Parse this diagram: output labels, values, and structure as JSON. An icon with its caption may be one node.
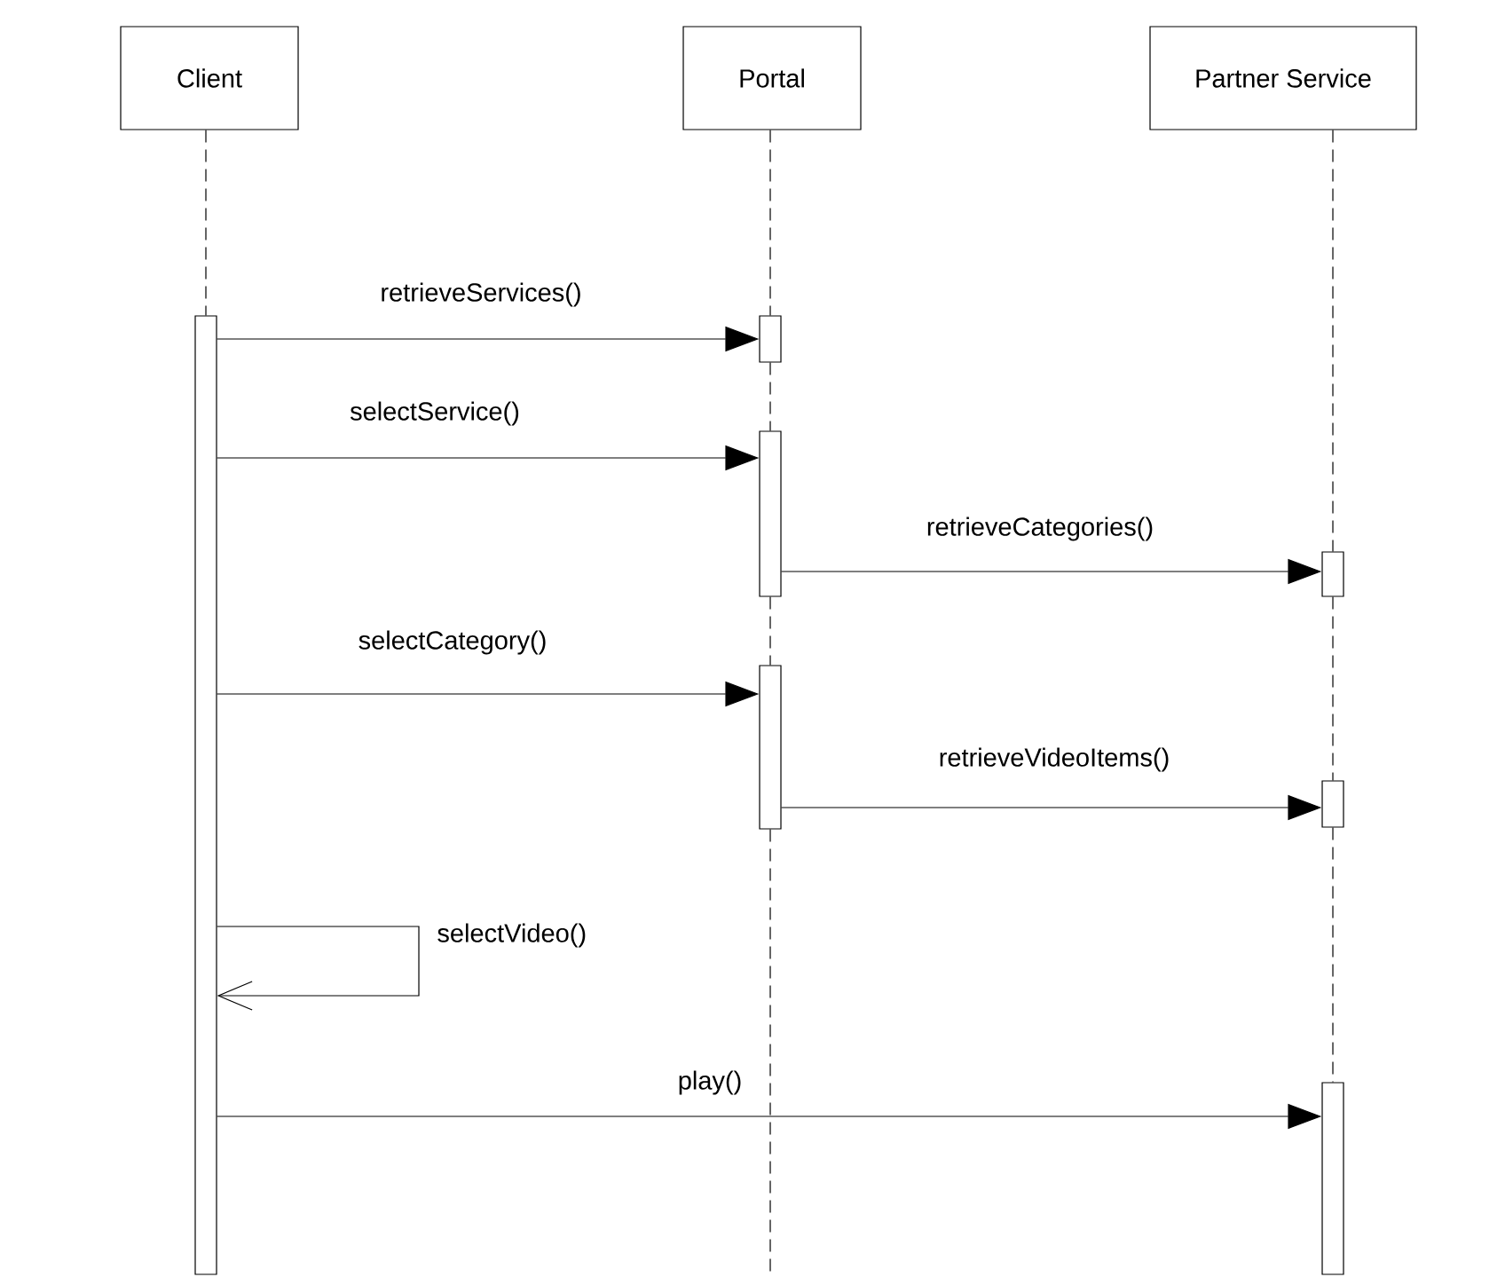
{
  "diagram": {
    "nodes": [
      {
        "text": [
          "Client"
        ]
      },
      {
        "text": [
          "Portal"
        ]
      },
      {
        "text": [
          "Partner Service"
        ]
      },
      {
        "text": [],
        "shape": "bar"
      },
      {
        "text": [],
        "shape": "bar"
      },
      {
        "text": [],
        "shape": "bar"
      },
      {
        "text": [],
        "shape": "bar"
      },
      {
        "text": [],
        "shape": "bar"
      },
      {
        "text": [],
        "shape": "bar"
      },
      {
        "text": [],
        "shape": "bar"
      }
    ],
    "edges": [
      {
        "from": 3,
        "to": 4,
        "arrow": "to",
        "label": "retrieveServices()"
      },
      {
        "from": 3,
        "to": 5,
        "arrow": "to",
        "label": "selectService()"
      },
      {
        "from": 5,
        "to": 6,
        "arrow": "to",
        "label": "retrieveCategories()"
      },
      {
        "from": 3,
        "to": 7,
        "arrow": "to",
        "label": "selectCategory()"
      },
      {
        "from": 7,
        "to": 8,
        "arrow": "to",
        "label": "retrieveVideoItems()"
      },
      {
        "from": 3,
        "to": 3,
        "arrow": "to",
        "label": "selectVideo()"
      },
      {
        "from": 3,
        "to": 9,
        "arrow": "to",
        "label": "play()"
      },
      {
        "from": 0,
        "to": 3,
        "arrow": "none",
        "style": "dashed"
      },
      {
        "from": 1,
        "to": 4,
        "arrow": "none",
        "style": "dashed"
      },
      {
        "from": 4,
        "to": 5,
        "arrow": "none",
        "style": "dashed"
      },
      {
        "from": 5,
        "to": 7,
        "arrow": "none",
        "style": "dashed"
      },
      {
        "from": 7,
        "to": null,
        "arrow": "none",
        "style": "dashed"
      },
      {
        "from": 2,
        "to": 6,
        "arrow": "none",
        "style": "dashed"
      },
      {
        "from": 6,
        "to": 8,
        "arrow": "none",
        "style": "dashed"
      },
      {
        "from": 8,
        "to": 9,
        "arrow": "none",
        "style": "dashed"
      }
    ]
  }
}
